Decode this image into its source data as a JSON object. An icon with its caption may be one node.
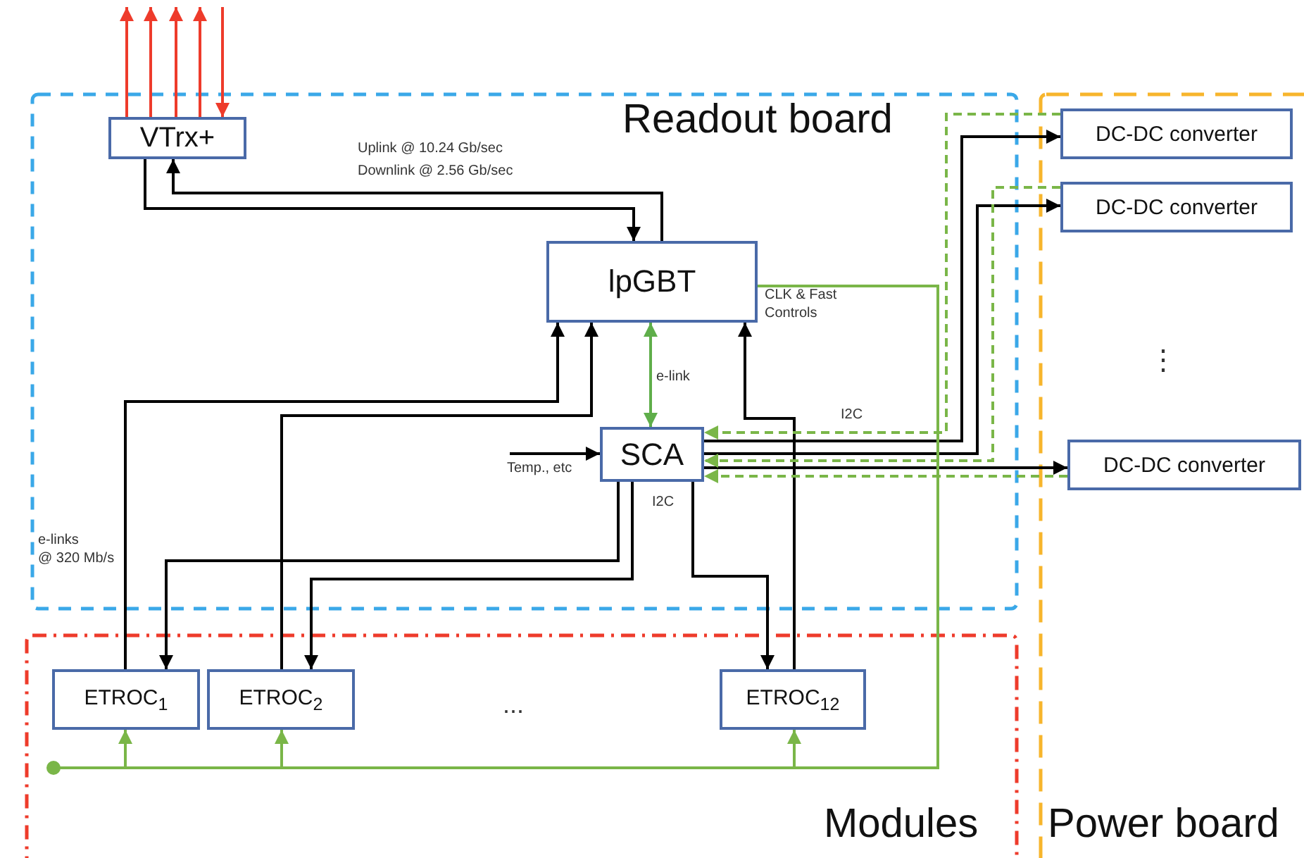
{
  "diagram": {
    "nodes": [
      {
        "text": [
          "Readout board"
        ]
      },
      {
        "text": [
          "VTrx+"
        ],
        "in": 0
      },
      {
        "text": [
          "lpGBT"
        ],
        "in": 0
      },
      {
        "text": [
          "SCA"
        ],
        "in": 0
      },
      {
        "text": [
          "Modules"
        ]
      },
      {
        "text": [
          "ETROC$_{1}$"
        ],
        "in": 4
      },
      {
        "text": [
          "ETROC$_{2}$"
        ],
        "in": 4
      },
      {
        "text": [
          "ETROC$_{12}$"
        ],
        "in": 4
      },
      {
        "text": [
          "Power board"
        ]
      },
      {
        "text": [
          "DC-DC converter"
        ],
        "in": 8
      },
      {
        "text": [
          "DC-DC converter"
        ],
        "in": 8
      },
      {
        "text": [
          "DC-DC converter"
        ],
        "in": 8
      }
    ],
    "edges": [
      {
        "from": 1,
        "to": null,
        "arrow": "to",
        "color": "#ee3b2b"
      },
      {
        "from": 1,
        "to": null,
        "arrow": "to",
        "color": "#ee3b2b"
      },
      {
        "from": 1,
        "to": null,
        "arrow": "to",
        "color": "#ee3b2b"
      },
      {
        "from": 1,
        "to": null,
        "arrow": "to",
        "color": "#ee3b2b"
      },
      {
        "from": null,
        "to": 1,
        "arrow": "to",
        "color": "#ee3b2b"
      },
      {
        "from": 1,
        "to": 2,
        "arrow": "to"
      },
      {
        "from": 2,
        "to": 1,
        "arrow": "to"
      },
      {
        "from": 5,
        "to": 2,
        "arrow": "to"
      },
      {
        "from": 6,
        "to": 2,
        "arrow": "to"
      },
      {
        "from": 7,
        "to": 2,
        "arrow": "to"
      },
      {
        "from": 2,
        "to": 3,
        "arrow": "both",
        "label": "e-link",
        "color": "#5fae4a"
      },
      {
        "from": null,
        "to": 3,
        "arrow": "to",
        "label": "Temp., etc"
      },
      {
        "from": 3,
        "to": 5,
        "arrow": "to"
      },
      {
        "from": 3,
        "to": 6,
        "arrow": "to"
      },
      {
        "from": 3,
        "to": 7,
        "arrow": "to"
      },
      {
        "from": 3,
        "to": 9,
        "arrow": "to"
      },
      {
        "from": 3,
        "to": 10,
        "arrow": "to"
      },
      {
        "from": 3,
        "to": 11,
        "arrow": "to"
      },
      {
        "from": 9,
        "to": 3,
        "arrow": "to",
        "label": "I2C",
        "style": "dashed",
        "color": "#7ab648"
      },
      {
        "from": 10,
        "to": 3,
        "arrow": "to",
        "style": "dashed",
        "color": "#7ab648"
      },
      {
        "from": 11,
        "to": 3,
        "arrow": "to",
        "style": "dashed",
        "color": "#7ab648"
      },
      {
        "from": 2,
        "to": 5,
        "arrow": "to",
        "label": "CLK & Fast Controls",
        "color": "#7ab648"
      },
      {
        "from": 2,
        "to": 6,
        "arrow": "to",
        "color": "#7ab648"
      },
      {
        "from": 2,
        "to": 7,
        "arrow": "to",
        "color": "#7ab648"
      }
    ],
    "labels": [
      "Uplink @ 10.24 Gb/sec",
      "Downlink @ 2.56 Gb/sec",
      "I2C",
      "e-links",
      "@ 320 Mb/s",
      "...",
      "⋮"
    ]
  }
}
